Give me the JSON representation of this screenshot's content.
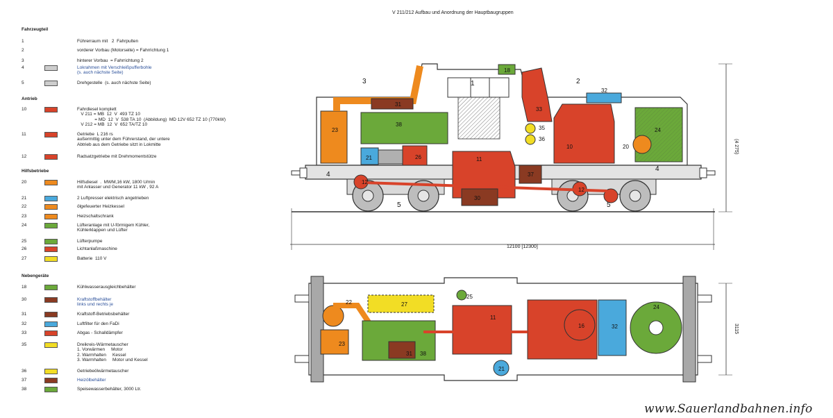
{
  "title": "V 211/212 Aufbau und Anordnung der Hauptbaugruppen",
  "watermark": "www.Sauerlandbahnen.info",
  "colors": {
    "red": "#d8432a",
    "orange": "#ee8a1e",
    "green": "#6ba93a",
    "blue": "#4aa9dc",
    "yellow": "#f2dd25",
    "brown": "#8a3a22",
    "grey": "#cdcdcd"
  },
  "sections": [
    {
      "heading": "Fahrzeugteil",
      "items": [
        {
          "num": "1",
          "color": "",
          "text": "Führerraum mit   2  Fahrpulten"
        },
        {
          "num": "2",
          "color": "",
          "text": "vorderer Vorbau (Motorseite) = Fahrrichtung 1"
        },
        {
          "num": "3",
          "color": "",
          "text": "hinterer Vorbau  = Fahrrichtung 2"
        },
        {
          "num": "4",
          "color": "grey",
          "text": "Lokrahmen mit Verschleißpufferbohle\n(s. auch nächste Seite)"
        },
        {
          "num": "5",
          "color": "grey",
          "text": "Drehgestelle  (s. auch nächste Seite)"
        }
      ]
    },
    {
      "heading": "Antrieb",
      "items": [
        {
          "num": "10",
          "color": "red",
          "text": "Fahrdiesel komplett\n   V 211 = MB  12  V  493 TZ 10\n              = MD  12  V  538 TA 10  (Abbildung)  MD 12V 652 TZ 10 (770kW)\n   V 212 = MB  12  V  652 TA/TZ 10"
        },
        {
          "num": "11",
          "color": "red",
          "text": "Getriebe  L 216 rs\naußermittig unter dem Führerstand, der untere\nAbtrieb aus dem Getriebe sitzt in Lokmitte"
        },
        {
          "num": "12",
          "color": "red",
          "text": "Radsatzgetriebe mit Drehmomentstütze"
        }
      ]
    },
    {
      "heading": "Hilfsbetriebe",
      "items": [
        {
          "num": "20",
          "color": "orange",
          "text": "Hilfsdiesel  .  MWM,16 kW, 1800 U/min\nmit Anlasser und Generator 11 kW , 92 A"
        },
        {
          "num": "21",
          "color": "blue",
          "text": "2 Luftpresser elektrisch angetrieben"
        },
        {
          "num": "22",
          "color": "orange",
          "text": "ölgefeuerter Heizkessel"
        },
        {
          "num": "23",
          "color": "orange",
          "text": "Heizschaltschrank"
        },
        {
          "num": "24",
          "color": "green",
          "text": "Lüfteranlage mit U-förmigem Kühler,\nKühlerklappen und Lüfter"
        },
        {
          "num": "25",
          "color": "green",
          "text": "Lüfterpumpe"
        },
        {
          "num": "26",
          "color": "red",
          "text": "Lichtanlaßmaschine"
        },
        {
          "num": "27",
          "color": "yellow",
          "text": "Batterie  110 V"
        }
      ]
    },
    {
      "heading": "Nebengeräte",
      "items": [
        {
          "num": "18",
          "color": "green",
          "text": "Kühlwasserausgleichbehälter"
        },
        {
          "num": "30",
          "color": "brown",
          "text": "Kraftstoffbehälter\nlinks und rechts je"
        },
        {
          "num": "31",
          "color": "brown",
          "text": "Kraftstoff-Betriebsbehälter"
        },
        {
          "num": "32",
          "color": "blue",
          "text": "Luftfilter für den FaDi"
        },
        {
          "num": "33",
          "color": "red",
          "text": "Abgas - Schalldämpfer"
        },
        {
          "num": "35",
          "color": "yellow",
          "text": "Dreikreis-Wärmetauscher\n1. Vorwärmen     Motor\n2. Warmhalten     Kessel\n3. Warmhalten     Motor und Kessel"
        },
        {
          "num": "36",
          "color": "yellow",
          "text": "Getriebeölwärmetauscher"
        },
        {
          "num": "37",
          "color": "brown",
          "text": "Heizölbehälter"
        },
        {
          "num": "38",
          "color": "green",
          "text": "Speisewasserbehälter, 3000 Ltr."
        }
      ]
    }
  ],
  "side_view": {
    "labels": [
      "1",
      "2",
      "3",
      "4",
      "4",
      "5",
      "5",
      "10",
      "11",
      "12",
      "12",
      "18",
      "20",
      "21",
      "23",
      "24",
      "26",
      "30",
      "31",
      "32",
      "33",
      "35",
      "36",
      "37",
      "38"
    ],
    "length_dimension": "12100   [12300]",
    "height_dimension": "(4 275)"
  },
  "top_view": {
    "labels": [
      "11",
      "16",
      "21",
      "22",
      "23",
      "24",
      "25",
      "27",
      "31",
      "32",
      "38"
    ],
    "width_dimension": "3115"
  }
}
